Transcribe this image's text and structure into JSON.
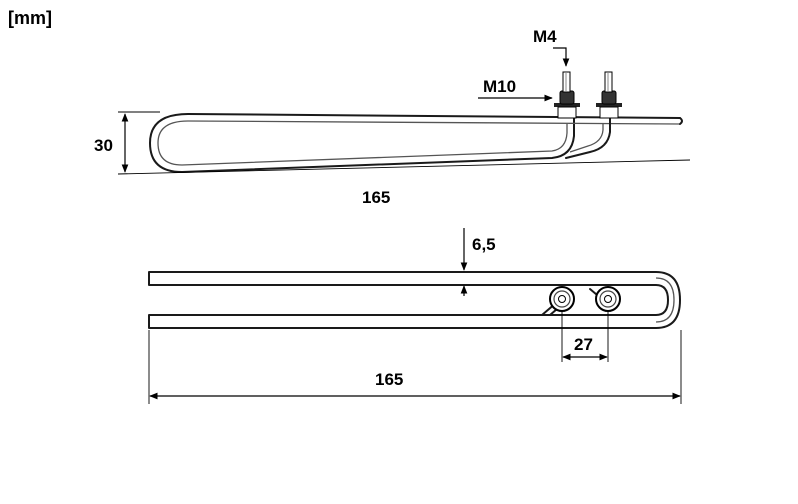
{
  "units_label": "[mm]",
  "side_view": {
    "label_m4": "M4",
    "label_m10": "M10",
    "height_label": "30",
    "length_label": "165"
  },
  "top_view": {
    "offset_label": "6,5",
    "terminal_spacing_label": "27",
    "length_label": "165"
  },
  "colors": {
    "line": "#1a1a1a",
    "background": "#ffffff"
  }
}
